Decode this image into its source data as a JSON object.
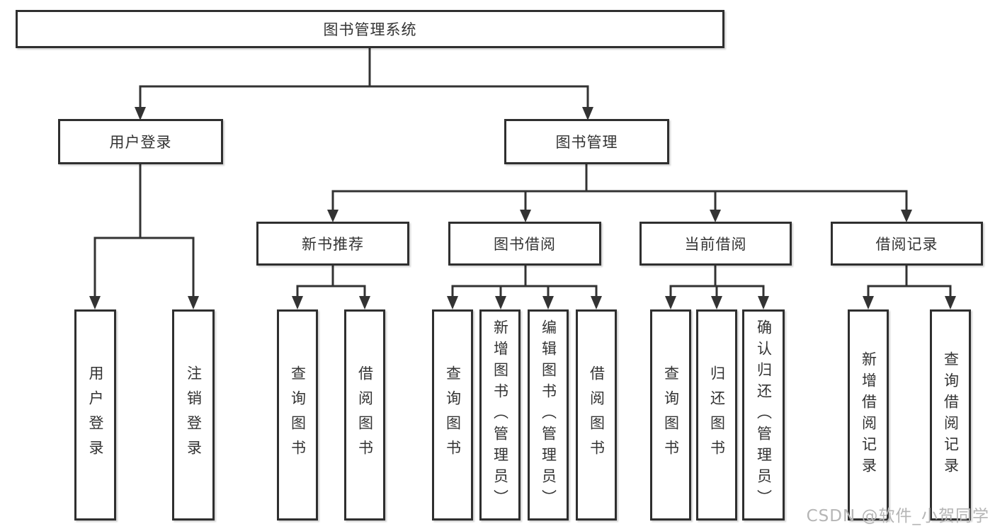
{
  "tree": {
    "label": "图书管理系统",
    "children": [
      {
        "label": "用户登录",
        "children": [
          {
            "label": "用户登录"
          },
          {
            "label": "注销登录"
          }
        ]
      },
      {
        "label": "图书管理",
        "children": [
          {
            "label": "新书推荐",
            "children": [
              {
                "label": "查询图书"
              },
              {
                "label": "借阅图书"
              }
            ]
          },
          {
            "label": "图书借阅",
            "children": [
              {
                "label": "查询图书"
              },
              {
                "label": "新增图书（管理员）"
              },
              {
                "label": "编辑图书（管理员）"
              },
              {
                "label": "借阅图书"
              }
            ]
          },
          {
            "label": "当前借阅",
            "children": [
              {
                "label": "查询图书"
              },
              {
                "label": "归还图书"
              },
              {
                "label": "确认归还（管理员）"
              }
            ]
          },
          {
            "label": "借阅记录",
            "children": [
              {
                "label": "新增借阅记录"
              },
              {
                "label": "查询借阅记录"
              }
            ]
          }
        ]
      }
    ]
  },
  "watermark": {
    "text": "CSDN @软件_小贺同学"
  },
  "colors": {
    "line": "#333333",
    "border": "#2f2f2f",
    "text": "#333333",
    "watermark": "#b5b5b5"
  }
}
